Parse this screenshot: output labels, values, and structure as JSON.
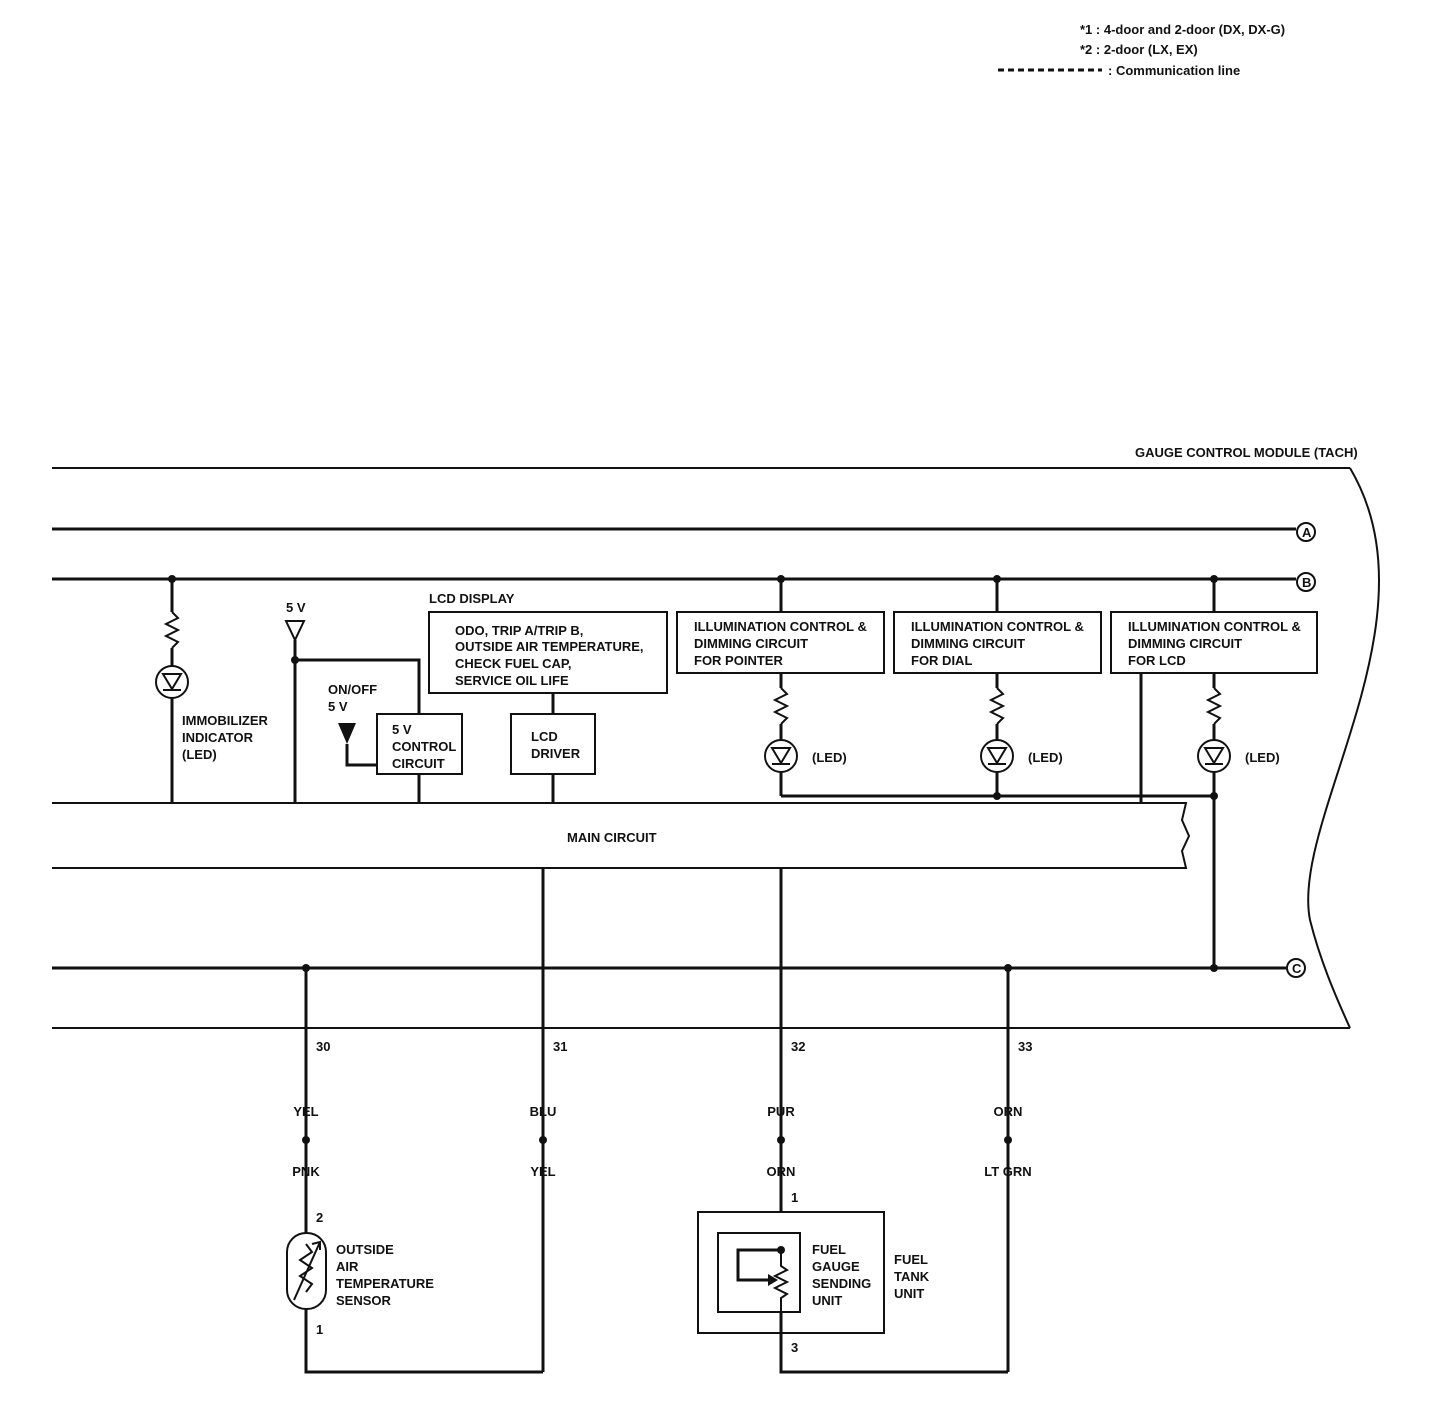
{
  "legend": {
    "note1": "*1 : 4-door and 2-door (DX, DX-G)",
    "note2": "*2 : 2-door (LX, EX)",
    "comm_line": ": Communication line"
  },
  "module": {
    "title": "GAUGE CONTROL MODULE (TACH)",
    "bus_a": "A",
    "bus_b": "B",
    "bus_c": "C",
    "main_circuit": "MAIN CIRCUIT"
  },
  "immobilizer": {
    "line1": "IMMOBILIZER",
    "line2": "INDICATOR",
    "line3": "(LED)"
  },
  "power": {
    "five_v": "5 V",
    "onoff_line1": "ON/OFF",
    "onoff_line2": "5 V",
    "control_line1": "5 V",
    "control_line2": "CONTROL",
    "control_line3": "CIRCUIT"
  },
  "lcd": {
    "title": "LCD DISPLAY",
    "line1": "ODO, TRIP A/TRIP B,",
    "line2": "OUTSIDE AIR TEMPERATURE,",
    "line3": "CHECK FUEL CAP,",
    "line4": "SERVICE OIL LIFE",
    "driver_line1": "LCD",
    "driver_line2": "DRIVER"
  },
  "illumination": [
    {
      "line1": "ILLUMINATION CONTROL &",
      "line2": "DIMMING CIRCUIT",
      "line3": "FOR POINTER",
      "led": "(LED)"
    },
    {
      "line1": "ILLUMINATION CONTROL &",
      "line2": "DIMMING CIRCUIT",
      "line3": "FOR DIAL",
      "led": "(LED)"
    },
    {
      "line1": "ILLUMINATION CONTROL &",
      "line2": "DIMMING CIRCUIT",
      "line3": "FOR LCD",
      "led": "(LED)"
    }
  ],
  "terminals": [
    {
      "pin": "30",
      "wire_top": "YEL",
      "wire_bottom": "PNK"
    },
    {
      "pin": "31",
      "wire_top": "BLU",
      "wire_bottom": "YEL"
    },
    {
      "pin": "32",
      "wire_top": "PUR",
      "wire_bottom": "ORN"
    },
    {
      "pin": "33",
      "wire_top": "ORN",
      "wire_bottom": "LT GRN"
    }
  ],
  "sensor": {
    "pin_top": "2",
    "pin_bottom": "1",
    "line1": "OUTSIDE",
    "line2": "AIR",
    "line3": "TEMPERATURE",
    "line4": "SENSOR"
  },
  "fuel": {
    "pin_top": "1",
    "pin_bottom": "3",
    "unit_line1": "FUEL",
    "unit_line2": "GAUGE",
    "unit_line3": "SENDING",
    "unit_line4": "UNIT",
    "tank_line1": "FUEL",
    "tank_line2": "TANK",
    "tank_line3": "UNIT"
  }
}
